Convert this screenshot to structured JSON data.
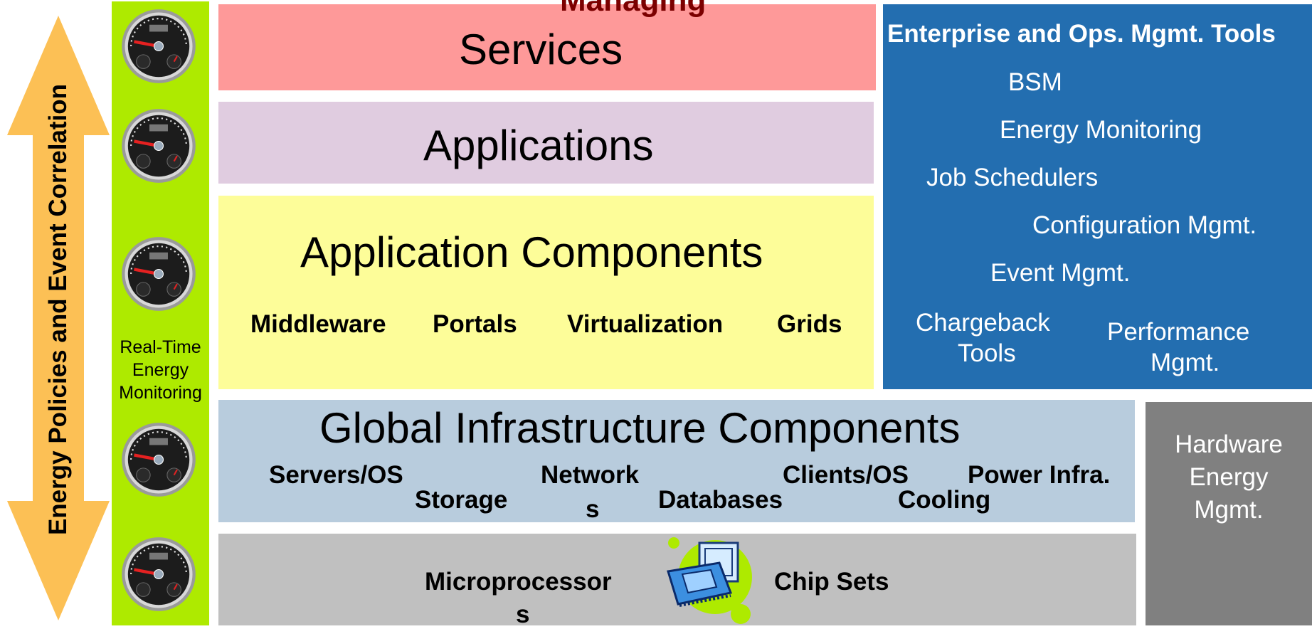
{
  "left_arrow": {
    "label": "Energy Policies and Event Correlation",
    "color": "#fcc055"
  },
  "gauge_strip": {
    "color": "#aeea00",
    "gauges": [
      "gauge-icon",
      "gauge-icon",
      "gauge-icon",
      "gauge-icon",
      "gauge-icon"
    ],
    "label_lines": [
      "Real-Time",
      "Energy",
      "Monitoring"
    ]
  },
  "layers": {
    "managing": "Managing",
    "services": "Services",
    "applications": "Applications",
    "application_components": {
      "title": "Application Components",
      "items": [
        "Middleware",
        "Portals",
        "Virtualization",
        "Grids"
      ]
    },
    "global_infrastructure": {
      "title": "Global Infrastructure Components",
      "items": [
        "Servers/OS",
        "Storage",
        "Network",
        "s",
        "Databases",
        "Clients/OS",
        "Cooling",
        "Power Infra."
      ]
    },
    "chip_layer": {
      "items": [
        "Microprocessor",
        "s",
        "Chip Sets"
      ],
      "icon": "microchip-icon"
    }
  },
  "enterprise_tools": {
    "title": "Enterprise and Ops. Mgmt. Tools",
    "items": [
      "BSM",
      "Energy Monitoring",
      "Job Schedulers",
      "Configuration Mgmt.",
      "Event Mgmt.",
      "Chargeback",
      "Tools",
      "Performance",
      "Mgmt."
    ]
  },
  "hardware_energy": {
    "lines": [
      "Hardware",
      "Energy",
      "Mgmt."
    ]
  },
  "colors": {
    "services": "#fe9999",
    "applications": "#e0cce0",
    "application_components": "#fdfd99",
    "global_infrastructure": "#b8ccdd",
    "chip_layer": "#c0c0c0",
    "enterprise_tools": "#236eb0",
    "hardware_energy": "#808080",
    "managing_text": "#7b0000"
  }
}
